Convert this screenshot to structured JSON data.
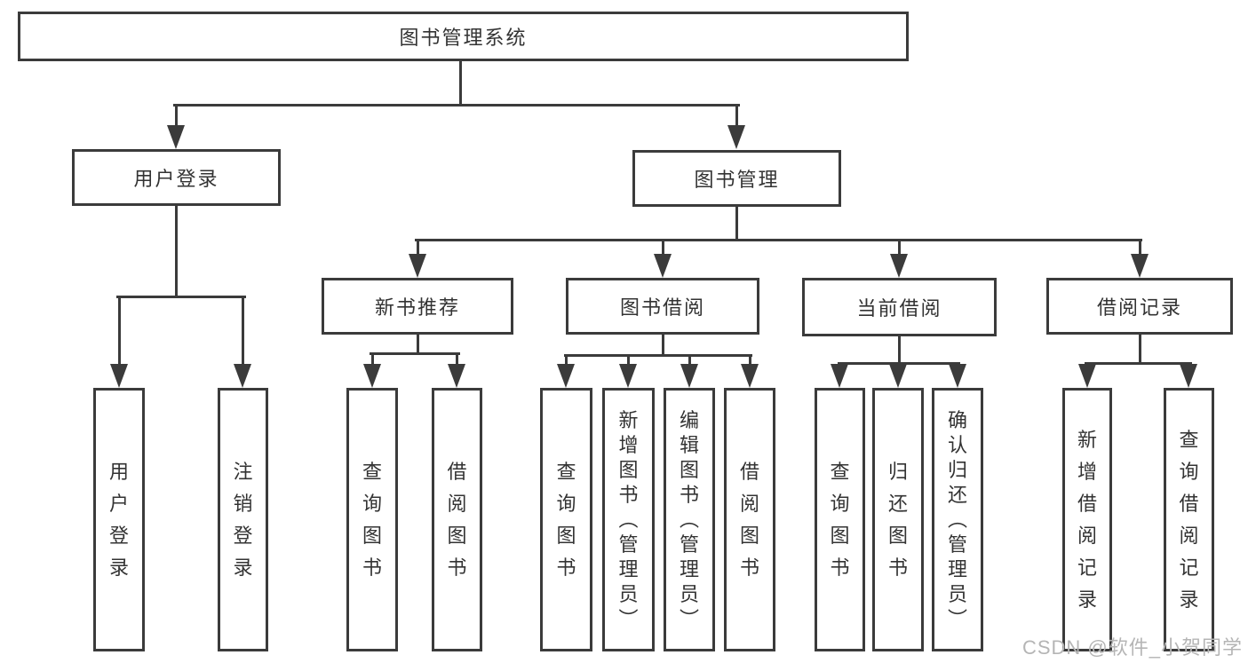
{
  "page": {
    "background": "#ffffff",
    "line_color": "#3b3b3b",
    "text_color": "#333333"
  },
  "watermark": {
    "text": "CSDN @软件_小贺同学",
    "color": "#b5b5b5"
  },
  "tree": {
    "root": {
      "label": "图书管理系统",
      "children": [
        {
          "label": "用户登录",
          "children": [
            {
              "label": "用户登录"
            },
            {
              "label": "注销登录"
            }
          ]
        },
        {
          "label": "图书管理",
          "children": [
            {
              "label": "新书推荐",
              "children": [
                {
                  "label": "查询图书"
                },
                {
                  "label": "借阅图书"
                }
              ]
            },
            {
              "label": "图书借阅",
              "children": [
                {
                  "label": "查询图书"
                },
                {
                  "label": "新增图书（管理员）"
                },
                {
                  "label": "编辑图书（管理员）"
                },
                {
                  "label": "借阅图书"
                }
              ]
            },
            {
              "label": "当前借阅",
              "children": [
                {
                  "label": "查询图书"
                },
                {
                  "label": "归还图书"
                },
                {
                  "label": "确认归还（管理员）"
                }
              ]
            },
            {
              "label": "借阅记录",
              "children": [
                {
                  "label": "新增借阅记录"
                },
                {
                  "label": "查询借阅记录"
                }
              ]
            }
          ]
        }
      ]
    }
  }
}
